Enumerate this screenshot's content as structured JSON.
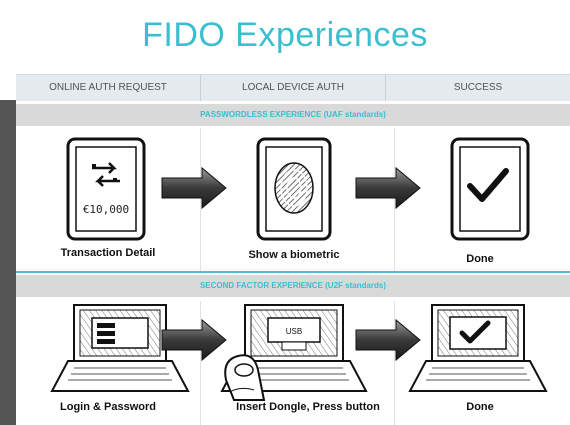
{
  "title": "FIDO Experiences",
  "columns": [
    "ONLINE AUTH REQUEST",
    "LOCAL DEVICE AUTH",
    "SUCCESS"
  ],
  "sections": [
    {
      "label": "PASSWORDLESS EXPERIENCE (UAF standards)",
      "steps": [
        "Transaction Detail",
        "Show a biometric",
        "Done"
      ],
      "amount": "€10,000"
    },
    {
      "label": "SECOND FACTOR EXPERIENCE (U2F standards)",
      "steps": [
        "Login & Password",
        "Insert Dongle, Press button",
        "Done"
      ],
      "dongle_text": "USB"
    }
  ],
  "colors": {
    "title": "#3bbfd0",
    "section_label": "#36bfd3",
    "divider": "#57b8db"
  }
}
